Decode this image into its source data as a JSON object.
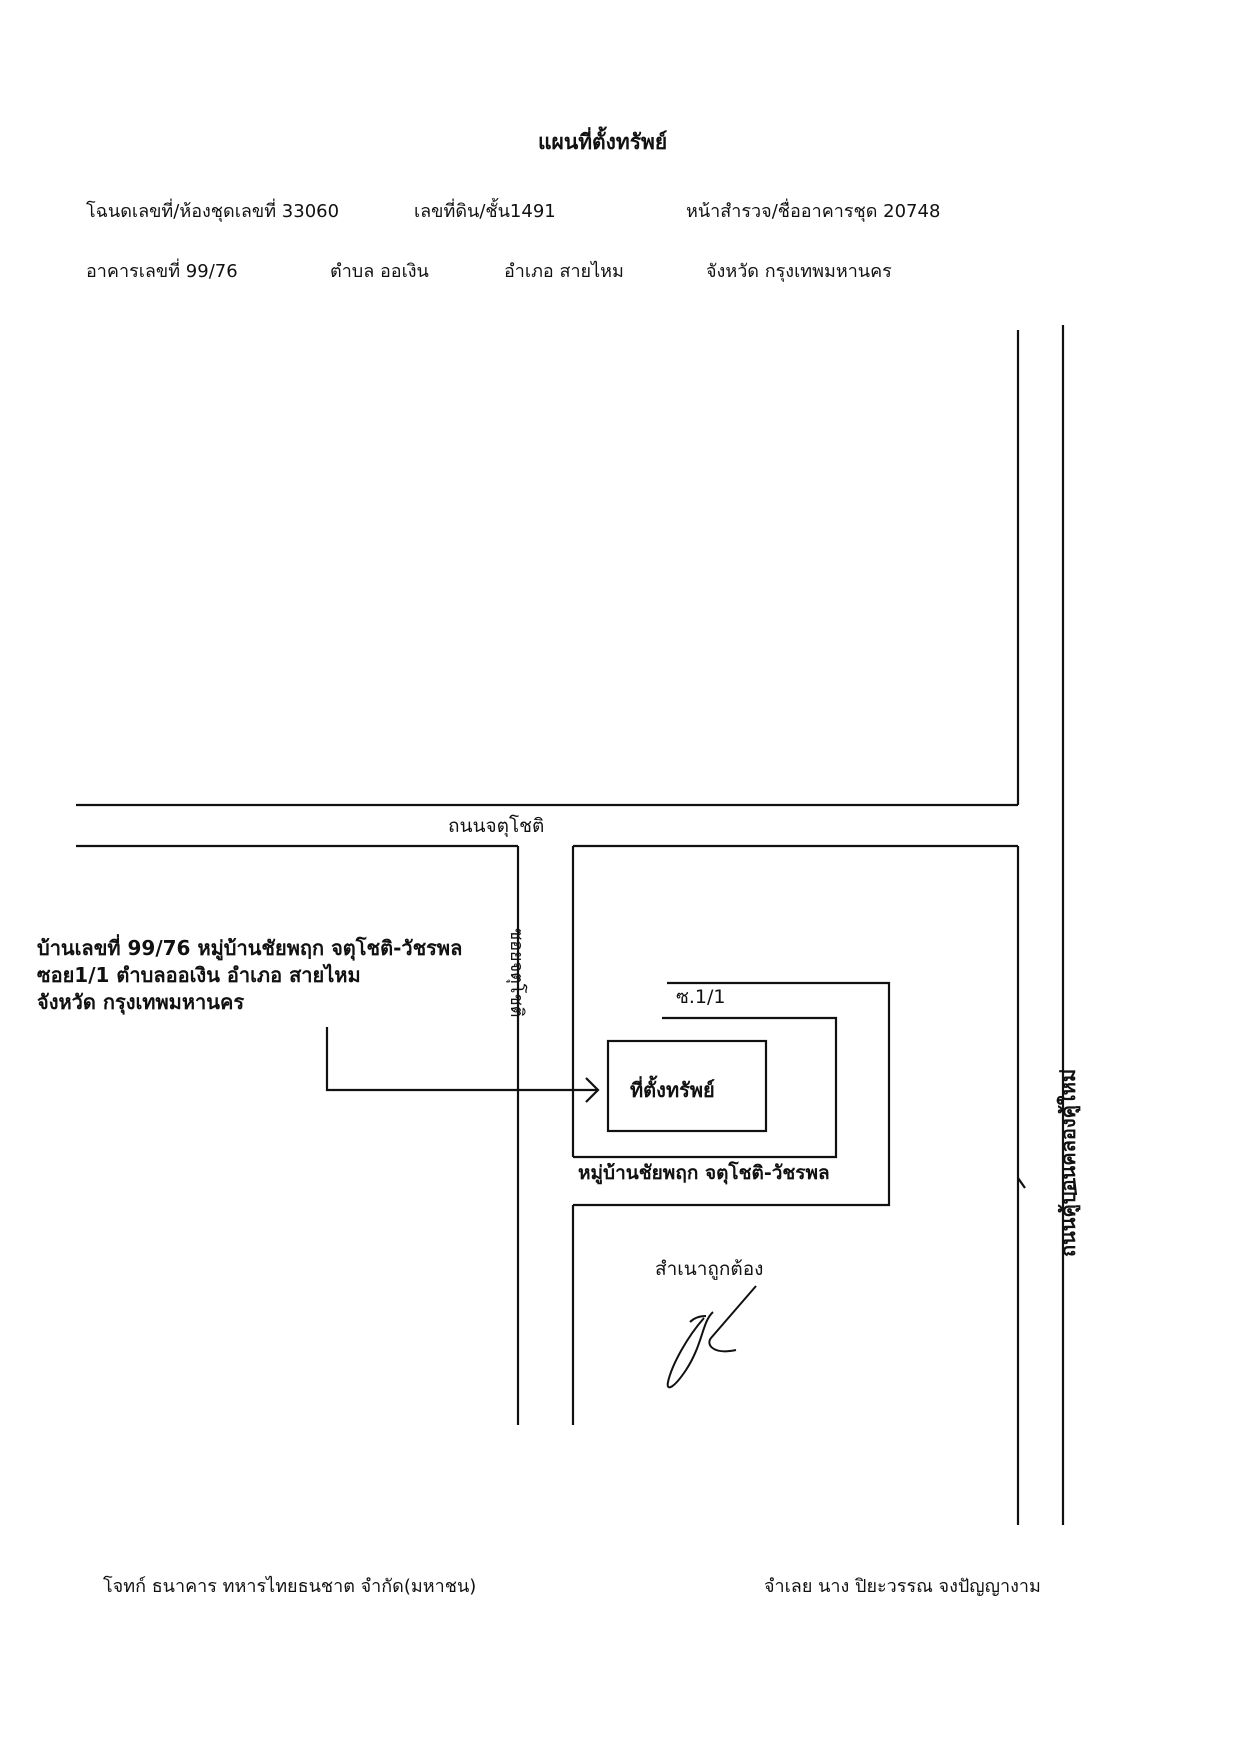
{
  "title": "แผนที่ตั้งทรัพย์",
  "header": {
    "row1": {
      "deed": "โฉนดเลขที่/ห้องชุดเลขที่ 33060",
      "land_no": "เลขที่ดิน/ชั้น1491",
      "survey": "หน้าสำรวจ/ชื่ออาคารชุด 20748"
    },
    "row2": {
      "building": "อาคารเลขที่  99/76",
      "subdistrict": "ตำบล ออเงิน",
      "district": "อำเภอ สายไหม",
      "province": "จังหวัด กรุงเทพมหานคร"
    }
  },
  "map": {
    "road_horizontal": "ถนนจตุโชติ",
    "road_vertical": "ถนนคู้บอนคลองคู้ใหม่",
    "soi_label": "ซอยจตุโชติ",
    "soi_marker": "ซ.1/1",
    "site_label": "ที่ตั้งทรัพย์",
    "village_label": "หมู่บ้านชัยพฤก จตุโชติ-วัชรพล",
    "address_lines": [
      "บ้านเลขที่ 99/76 หมู่บ้านชัยพฤก จตุโชติ-วัชรพล",
      "ซอย1/1 ตำบลออเงิน อำเภอ สายไหม",
      "จังหวัด กรุงเทพมหานคร"
    ]
  },
  "certification": "สำเนาถูกต้อง",
  "footer": {
    "plaintiff": "โจทก์ ธนาคาร ทหารไทยธนชาต จำกัด(มหาชน)",
    "defendant": "จำเลย นาง ปิยะวรรณ  จงปัญญางาม"
  }
}
